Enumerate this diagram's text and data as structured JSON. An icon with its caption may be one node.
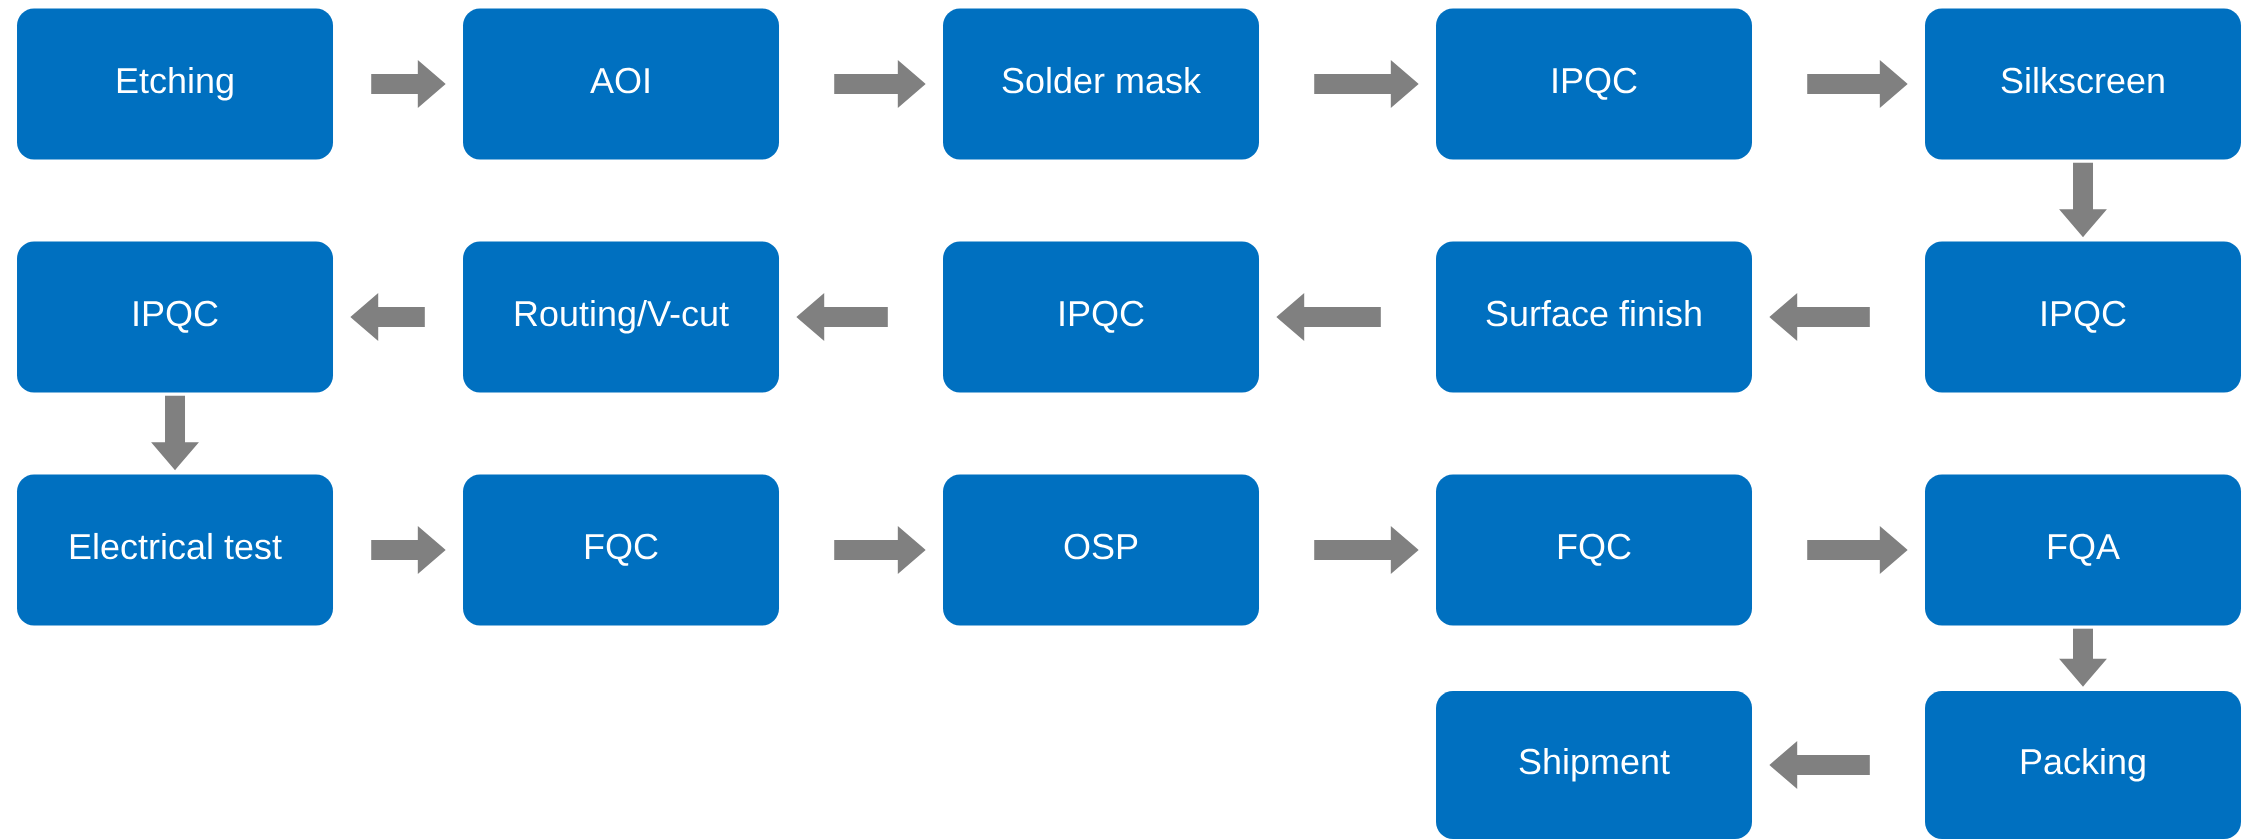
{
  "diagram": {
    "nodes": [
      {
        "text": [
          "Etching"
        ]
      },
      {
        "text": [
          "AOI"
        ]
      },
      {
        "text": [
          "Solder mask"
        ]
      },
      {
        "text": [
          "IPQC"
        ]
      },
      {
        "text": [
          "Silkscreen"
        ]
      },
      {
        "text": [
          "IPQC"
        ]
      },
      {
        "text": [
          "Routing/V-cut"
        ]
      },
      {
        "text": [
          "IPQC"
        ]
      },
      {
        "text": [
          "Surface finish"
        ]
      },
      {
        "text": [
          "IPQC"
        ]
      },
      {
        "text": [
          "Electrical test"
        ]
      },
      {
        "text": [
          "FQC"
        ]
      },
      {
        "text": [
          "OSP"
        ]
      },
      {
        "text": [
          "FQC"
        ]
      },
      {
        "text": [
          "FQA"
        ]
      },
      {
        "text": [
          "Shipment"
        ]
      },
      {
        "text": [
          "Packing"
        ]
      }
    ],
    "edges": [
      {
        "from": 0,
        "to": 1,
        "arrow": "to"
      },
      {
        "from": 1,
        "to": 2,
        "arrow": "to"
      },
      {
        "from": 2,
        "to": 3,
        "arrow": "to"
      },
      {
        "from": 3,
        "to": 4,
        "arrow": "to"
      },
      {
        "from": 4,
        "to": 9,
        "arrow": "to"
      },
      {
        "from": 9,
        "to": 8,
        "arrow": "to"
      },
      {
        "from": 8,
        "to": 7,
        "arrow": "to"
      },
      {
        "from": 7,
        "to": 6,
        "arrow": "to"
      },
      {
        "from": 6,
        "to": 5,
        "arrow": "to"
      },
      {
        "from": 5,
        "to": 10,
        "arrow": "to"
      },
      {
        "from": 10,
        "to": 11,
        "arrow": "to"
      },
      {
        "from": 11,
        "to": 12,
        "arrow": "to"
      },
      {
        "from": 12,
        "to": 13,
        "arrow": "to"
      },
      {
        "from": 13,
        "to": 14,
        "arrow": "to"
      },
      {
        "from": 14,
        "to": 16,
        "arrow": "to"
      },
      {
        "from": 16,
        "to": 15,
        "arrow": "to"
      }
    ]
  }
}
